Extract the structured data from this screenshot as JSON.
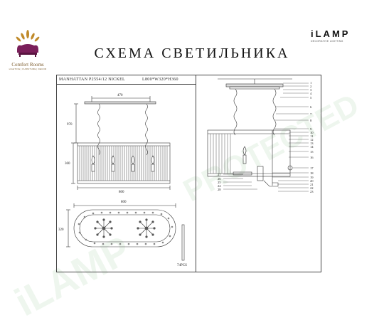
{
  "brand_left": {
    "name": "Comfort Rooms",
    "tagline": "LIGHTING | FURNITURE | DECOR"
  },
  "brand_right": {
    "name": "iLAMP",
    "tagline": "DECORATIVE LIGHTING"
  },
  "title": "СХЕМА СВЕТИЛЬНИКА",
  "header": {
    "model": "MANHATTAN P2554/12 NICKEL",
    "size": "L800*W320*H360"
  },
  "dims": {
    "width_top": "470",
    "chain_height": "970",
    "body_height": "360",
    "body_width": "800",
    "plan_width": "800",
    "plan_depth": "320"
  },
  "pieces": "74PCS",
  "part_numbers": [
    "1",
    "2",
    "3",
    "4",
    "5",
    "6",
    "7",
    "8",
    "9",
    "10",
    "11",
    "12",
    "13",
    "14",
    "15",
    "16",
    "17",
    "18",
    "19",
    "20",
    "21",
    "22",
    "23",
    "24",
    "25",
    "26",
    "27",
    "28"
  ],
  "watermark": [
    "iLAMP",
    "PROTECTED"
  ]
}
